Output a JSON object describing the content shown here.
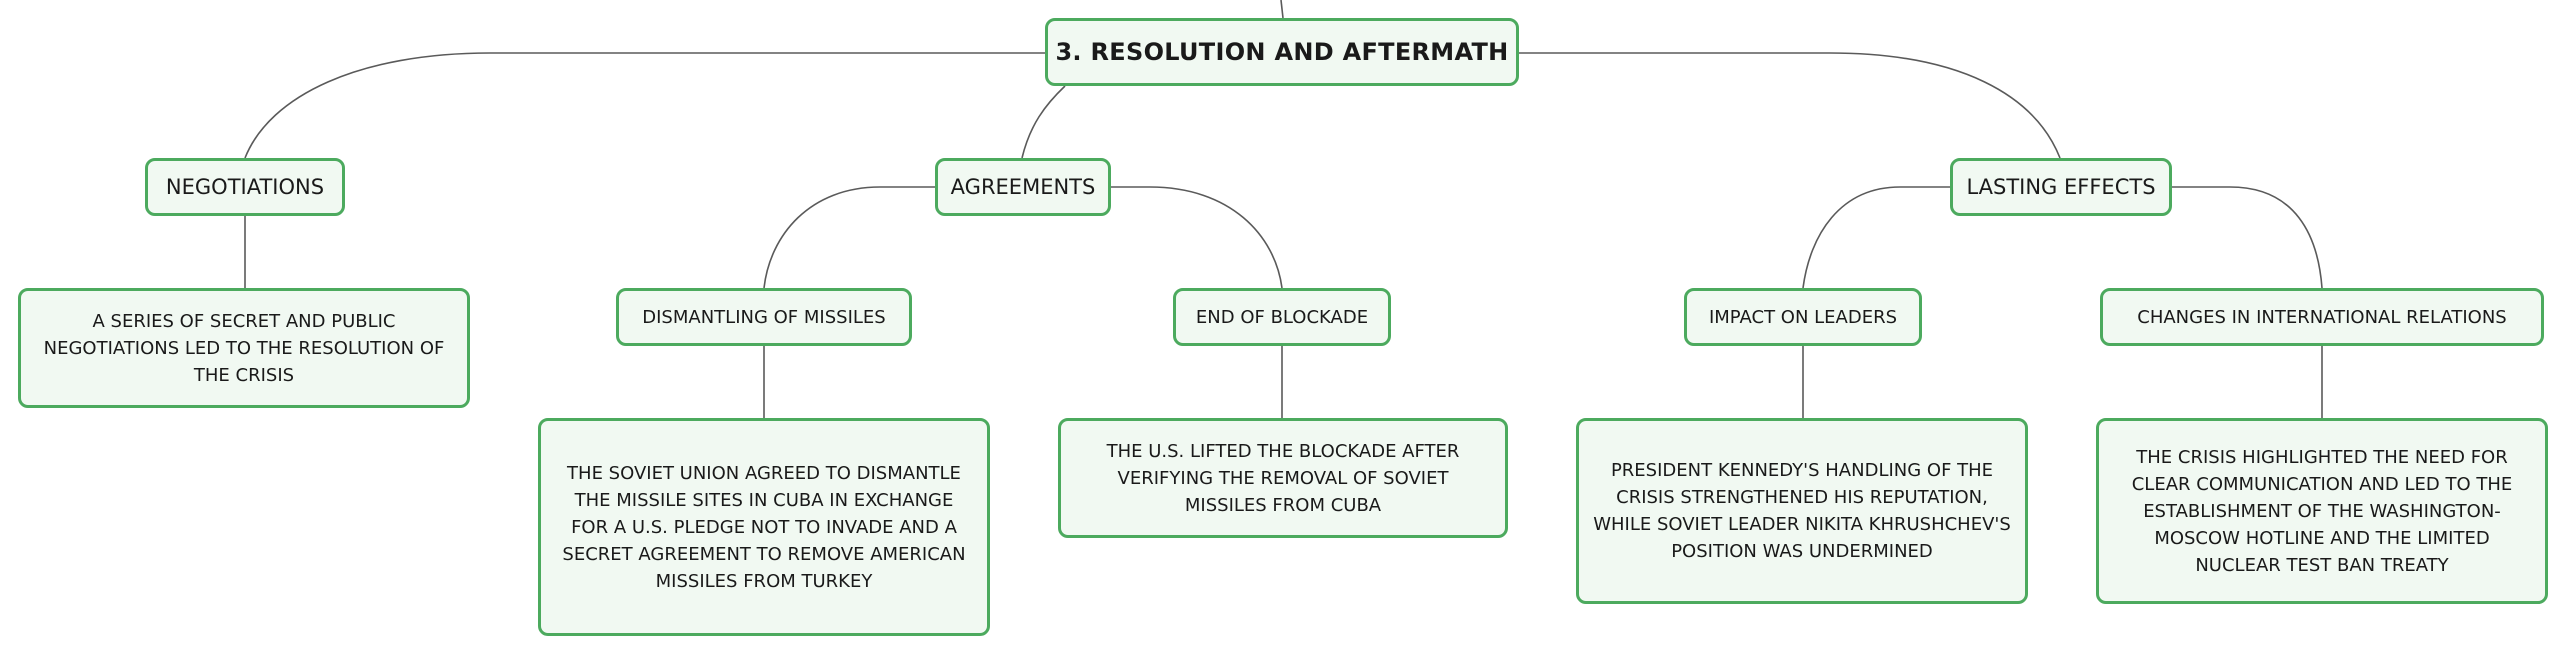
{
  "root": {
    "label": "3. RESOLUTION AND AFTERMATH"
  },
  "negotiations": {
    "label": "NEGOTIATIONS",
    "detail": "A SERIES OF SECRET AND PUBLIC NEGOTIATIONS LED TO THE RESOLUTION OF THE CRISIS"
  },
  "agreements": {
    "label": "AGREEMENTS",
    "dismantling": {
      "label": "DISMANTLING OF MISSILES",
      "detail": "THE SOVIET UNION AGREED TO DISMANTLE THE MISSILE SITES IN CUBA IN EXCHANGE FOR A U.S. PLEDGE NOT TO INVADE AND A SECRET AGREEMENT TO REMOVE AMERICAN MISSILES FROM TURKEY"
    },
    "blockade": {
      "label": "END OF BLOCKADE",
      "detail": "THE U.S. LIFTED THE BLOCKADE AFTER VERIFYING THE REMOVAL OF SOVIET MISSILES FROM CUBA"
    }
  },
  "lasting_effects": {
    "label": "LASTING EFFECTS",
    "leaders": {
      "label": "IMPACT ON LEADERS",
      "detail": "PRESIDENT KENNEDY'S HANDLING OF THE CRISIS STRENGTHENED HIS REPUTATION, WHILE SOVIET LEADER NIKITA KHRUSHCHEV'S POSITION WAS UNDERMINED"
    },
    "relations": {
      "label": "CHANGES IN INTERNATIONAL RELATIONS",
      "detail": "THE CRISIS HIGHLIGHTED THE NEED FOR CLEAR COMMUNICATION AND LED TO THE ESTABLISHMENT OF THE WASHINGTON-MOSCOW HOTLINE AND THE LIMITED NUCLEAR TEST BAN TREATY"
    }
  }
}
